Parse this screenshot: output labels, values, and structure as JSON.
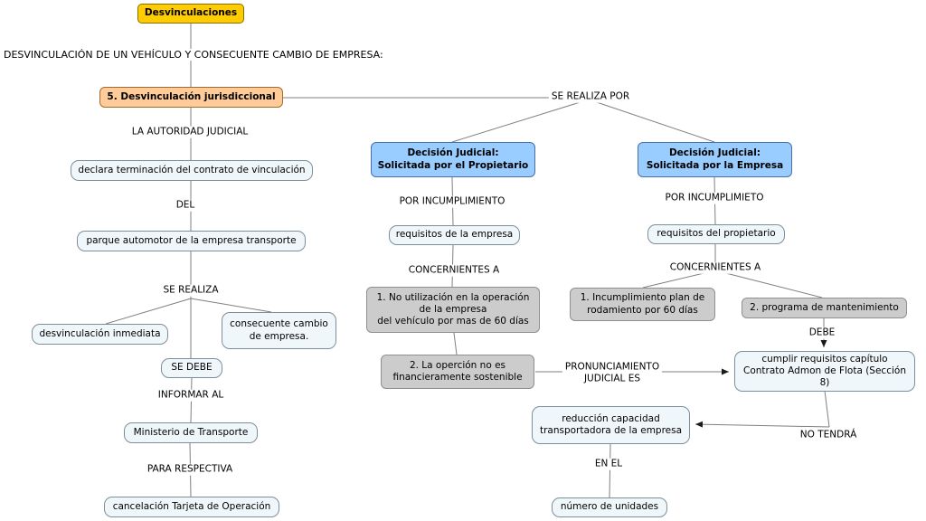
{
  "heading": "DESVINCULACIÓN DE UN VEHÍCULO Y CONSECUENTE CAMBIO DE EMPRESA:",
  "nodes": {
    "desvinculaciones": "Desvinculaciones",
    "jurisdiccional": "5. Desvinculación jurisdiccional",
    "declara_terminacion": "declara terminación del contrato de vinculación",
    "parque_automotor": "parque automotor de la empresa transporte",
    "desvinculacion_inmediata": "desvinculación inmediata",
    "consecuente_cambio": "consecuente cambio\nde empresa.",
    "se_debe": "SE DEBE",
    "ministerio_transporte": "Ministerio de Transporte",
    "cancelacion_tarjeta": "cancelación Tarjeta de Operación",
    "decision_propietario": "Decisión Judicial:\nSolicitada por el Propietario",
    "requisitos_empresa": "requisitos de la empresa",
    "no_utilizacion": "1. No utilización en la operación\nde la empresa\ndel vehículo por mas de 60 días",
    "opercion_no_sostenible": "2. La operción no es\nfinancieramente sostenible",
    "decision_empresa": "Decisión Judicial:\nSolicitada por la Empresa",
    "requisitos_propietario": "requisitos del propietario",
    "incumplimiento_plan": "1. Incumplimiento plan de\nrodamiento por 60 días",
    "programa_mantenimiento": "2. programa de mantenimiento",
    "cumplir_requisitos": "cumplir requisitos capítulo\nContrato Admon de Flota (Sección 8)",
    "reduccion_capacidad": "reducción capacidad\ntransportadora de la empresa",
    "numero_unidades": "número de unidades"
  },
  "labels": {
    "se_realiza_por": "SE REALIZA POR",
    "la_autoridad_judicial": "LA AUTORIDAD JUDICIAL",
    "del": "DEL",
    "se_realiza": "SE REALIZA",
    "informar_al": "INFORMAR AL",
    "para_respectiva": "PARA RESPECTIVA",
    "por_incumplimiento": "POR INCUMPLIMIENTO",
    "concernientes_a_izq": "CONCERNIENTES A",
    "por_incumplimieto": "POR INCUMPLIMIETO",
    "concernientes_a_der": "CONCERNIENTES A",
    "pronunciamiento_judicial": "PRONUNCIAMIENTO\nJUDICIAL ES",
    "debe": "DEBE",
    "no_tendra": "NO TENDRÁ",
    "en_el": "EN EL"
  },
  "colors": {
    "yellow": "#ffcc00",
    "orange": "#ffcc99",
    "blue": "#99ccff",
    "gray": "#cccccc",
    "node_bg": "#f0f7fa",
    "node_border": "#7d8f9b",
    "line": "#7f7f7f",
    "arrow": "#1a1a1a"
  }
}
